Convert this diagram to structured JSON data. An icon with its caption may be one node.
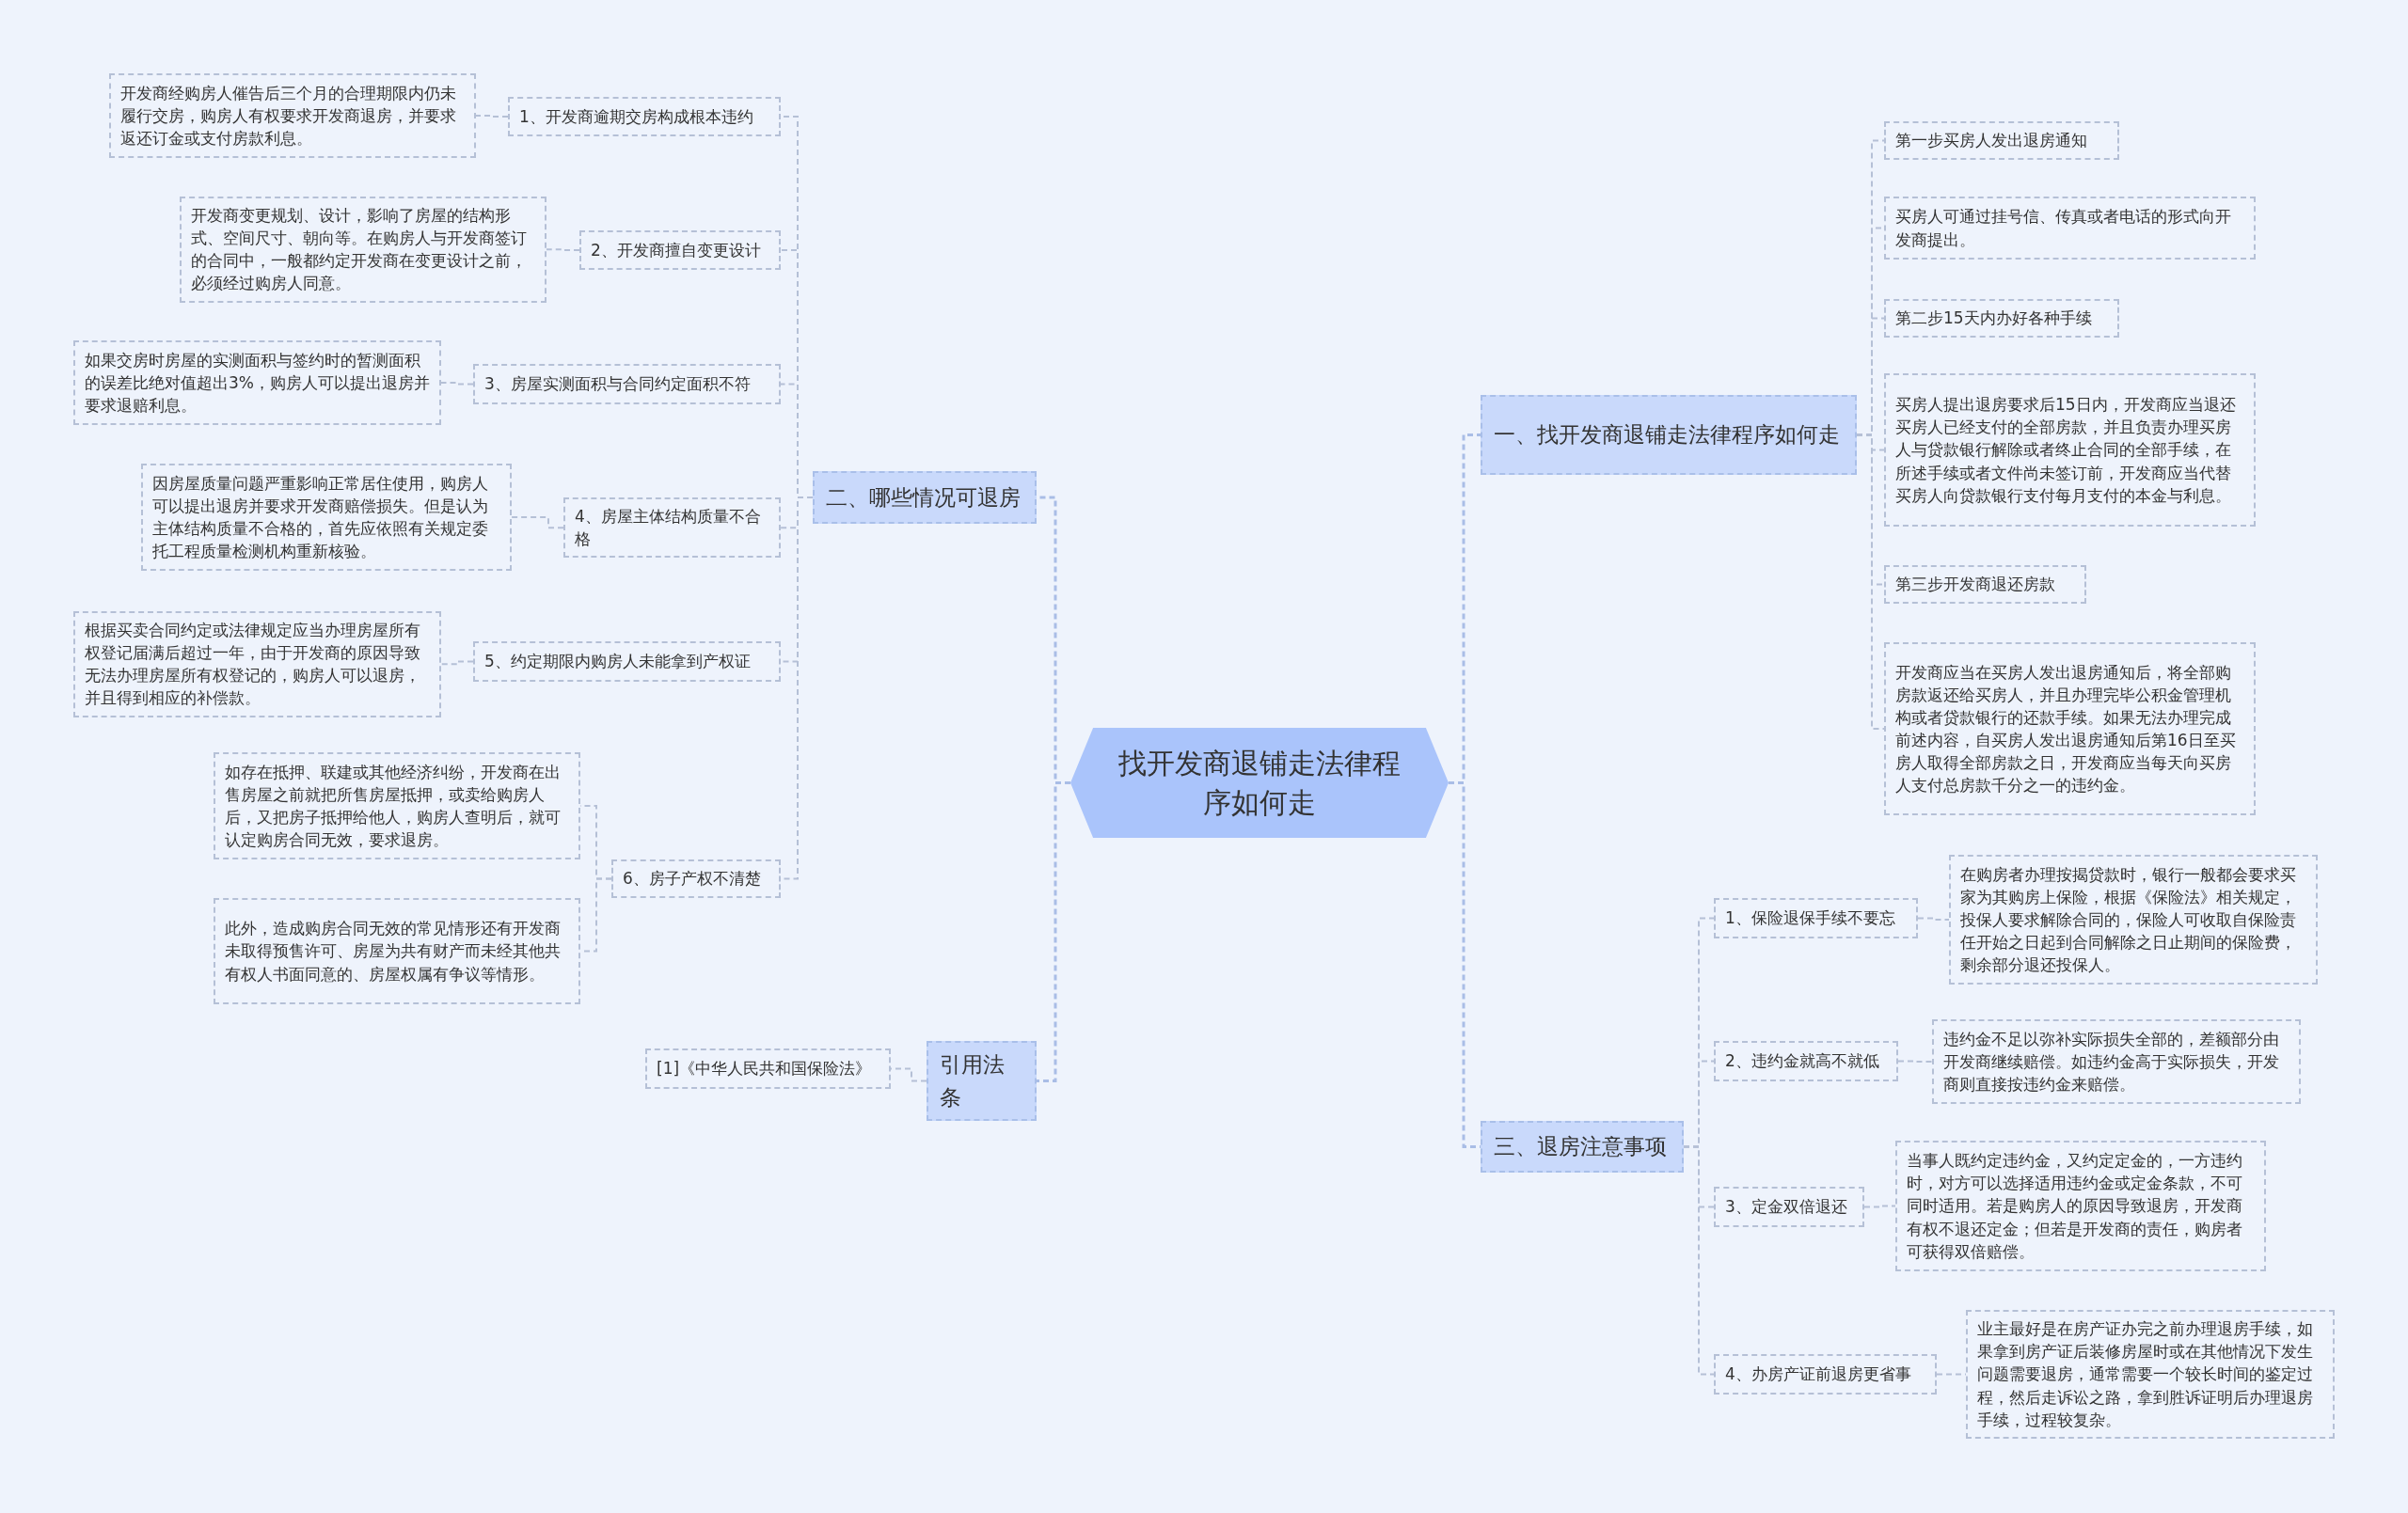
{
  "diagram": {
    "nodes": [
      {
        "text": [
          "找开发商退铺走法律程序如何走"
        ]
      },
      {
        "text": [
          "一、找开发商退铺走法律程序如何走"
        ]
      },
      {
        "text": [
          "第一步买房人发出退房通知"
        ]
      },
      {
        "text": [
          "买房人可通过挂号信、传真或者电话的形式向开发商提出。"
        ]
      },
      {
        "text": [
          "第二步15天内办好各种手续"
        ]
      },
      {
        "text": [
          "买房人提出退房要求后15日内，开发商应当退还买房人已经支付的全部房款，并且负责办理买房人与贷款银行解除或者终止合同的全部手续，在所述手续或者文件尚未签订前，开发商应当代替买房人向贷款银行支付每月支付的本金与利息。"
        ]
      },
      {
        "text": [
          "第三步开发商退还房款"
        ]
      },
      {
        "text": [
          "开发商应当在买房人发出退房通知后，将全部购房款返还给买房人，并且办理完毕公积金管理机构或者贷款银行的还款手续。如果无法办理完成前述内容，自买房人发出退房通知后第16日至买房人取得全部房款之日，开发商应当每天向买房人支付总房款千分之一的违约金。"
        ]
      },
      {
        "text": [
          "二、哪些情况可退房"
        ]
      },
      {
        "text": [
          "1、开发商逾期交房构成根本违约"
        ]
      },
      {
        "text": [
          "开发商经购房人催告后三个月的合理期限内仍未履行交房，购房人有权要求开发商退房，并要求返还订金或支付房款利息。"
        ]
      },
      {
        "text": [
          "2、开发商擅自变更设计"
        ]
      },
      {
        "text": [
          "开发商变更规划、设计，影响了房屋的结构形式、空间尺寸、朝向等。在购房人与开发商签订的合同中，一般都约定开发商在变更设计之前，必须经过购房人同意。"
        ]
      },
      {
        "text": [
          "3、房屋实测面积与合同约定面积不符"
        ]
      },
      {
        "text": [
          "如果交房时房屋的实测面积与签约时的暂测面积的误差比绝对值超出3%，购房人可以提出退房并要求退赔利息。"
        ]
      },
      {
        "text": [
          "4、房屋主体结构质量不合格"
        ]
      },
      {
        "text": [
          "因房屋质量问题严重影响正常居住使用，购房人可以提出退房并要求开发商赔偿损失。但是认为主体结构质量不合格的，首先应依照有关规定委托工程质量检测机构重新核验。"
        ]
      },
      {
        "text": [
          "5、约定期限内购房人未能拿到产权证"
        ]
      },
      {
        "text": [
          "根据买卖合同约定或法律规定应当办理房屋所有权登记届满后超过一年，由于开发商的原因导致无法办理房屋所有权登记的，购房人可以退房，并且得到相应的补偿款。"
        ]
      },
      {
        "text": [
          "6、房子产权不清楚"
        ]
      },
      {
        "text": [
          "如存在抵押、联建或其他经济纠纷，开发商在出售房屋之前就把所售房屋抵押，或卖给购房人后，又把房子抵押给他人，购房人查明后，就可认定购房合同无效，要求退房。"
        ]
      },
      {
        "text": [
          "此外，造成购房合同无效的常见情形还有开发商未取得预售许可、房屋为共有财产而未经其他共有权人书面同意的、房屋权属有争议等情形。"
        ]
      },
      {
        "text": [
          "引用法条"
        ]
      },
      {
        "text": [
          "[1]《中华人民共和国保险法》"
        ]
      },
      {
        "text": [
          "三、退房注意事项"
        ]
      },
      {
        "text": [
          "1、保险退保手续不要忘"
        ]
      },
      {
        "text": [
          "在购房者办理按揭贷款时，银行一般都会要求买家为其购房上保险，根据《保险法》相关规定，投保人要求解除合同的，保险人可收取自保险责任开始之日起到合同解除之日止期间的保险费，剩余部分退还投保人。"
        ]
      },
      {
        "text": [
          "2、违约金就高不就低"
        ]
      },
      {
        "text": [
          "违约金不足以弥补实际损失全部的，差额部分由开发商继续赔偿。如违约金高于实际损失，开发商则直接按违约金来赔偿。"
        ]
      },
      {
        "text": [
          "3、定金双倍退还"
        ]
      },
      {
        "text": [
          "当事人既约定违约金，又约定定金的，一方违约时，对方可以选择适用违约金或定金条款，不可同时适用。若是购房人的原因导致退房，开发商有权不退还定金；但若是开发商的责任，购房者可获得双倍赔偿。"
        ]
      },
      {
        "text": [
          "4、办房产证前退房更省事"
        ]
      },
      {
        "text": [
          "业主最好是在房产证办完之前办理退房手续，如果拿到房产证后装修房屋时或在其他情况下发生问题需要退房，通常需要一个较长时间的鉴定过程，然后走诉讼之路，拿到胜诉证明后办理退房手续，过程较复杂。"
        ]
      }
    ],
    "edges": [
      {
        "from": 0,
        "to": 1,
        "arrow": "none"
      },
      {
        "from": 1,
        "to": 2,
        "arrow": "none"
      },
      {
        "from": 1,
        "to": 3,
        "arrow": "none"
      },
      {
        "from": 1,
        "to": 4,
        "arrow": "none"
      },
      {
        "from": 1,
        "to": 5,
        "arrow": "none"
      },
      {
        "from": 1,
        "to": 6,
        "arrow": "none"
      },
      {
        "from": 1,
        "to": 7,
        "arrow": "none"
      },
      {
        "from": 0,
        "to": 8,
        "arrow": "none"
      },
      {
        "from": 8,
        "to": 9,
        "arrow": "none"
      },
      {
        "from": 9,
        "to": 10,
        "arrow": "none"
      },
      {
        "from": 8,
        "to": 11,
        "arrow": "none"
      },
      {
        "from": 11,
        "to": 12,
        "arrow": "none"
      },
      {
        "from": 8,
        "to": 13,
        "arrow": "none"
      },
      {
        "from": 13,
        "to": 14,
        "arrow": "none"
      },
      {
        "from": 8,
        "to": 15,
        "arrow": "none"
      },
      {
        "from": 15,
        "to": 16,
        "arrow": "none"
      },
      {
        "from": 8,
        "to": 17,
        "arrow": "none"
      },
      {
        "from": 17,
        "to": 18,
        "arrow": "none"
      },
      {
        "from": 8,
        "to": 19,
        "arrow": "none"
      },
      {
        "from": 19,
        "to": 20,
        "arrow": "none"
      },
      {
        "from": 19,
        "to": 21,
        "arrow": "none"
      },
      {
        "from": 0,
        "to": 22,
        "arrow": "none"
      },
      {
        "from": 22,
        "to": 23,
        "arrow": "none"
      },
      {
        "from": 0,
        "to": 24,
        "arrow": "none"
      },
      {
        "from": 24,
        "to": 25,
        "arrow": "none"
      },
      {
        "from": 25,
        "to": 26,
        "arrow": "none"
      },
      {
        "from": 24,
        "to": 27,
        "arrow": "none"
      },
      {
        "from": 27,
        "to": 28,
        "arrow": "none"
      },
      {
        "from": 24,
        "to": 29,
        "arrow": "none"
      },
      {
        "from": 29,
        "to": 30,
        "arrow": "none"
      },
      {
        "from": 24,
        "to": 31,
        "arrow": "none"
      },
      {
        "from": 31,
        "to": 32,
        "arrow": "none"
      }
    ]
  }
}
